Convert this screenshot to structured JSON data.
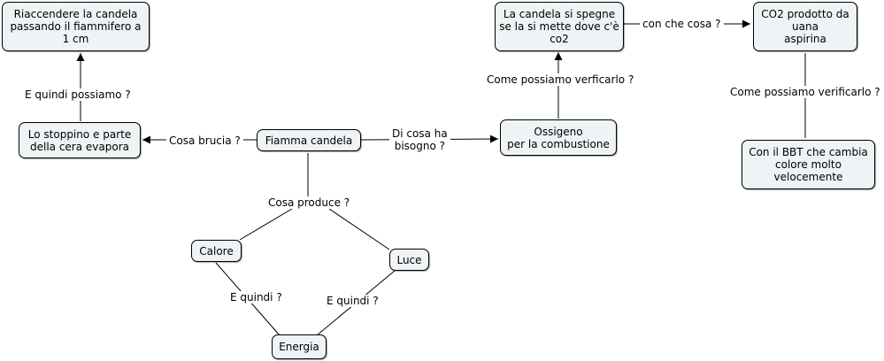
{
  "nodes": {
    "riaccendere": "Riaccendere la candela\npassando il fiammifero a\n1 cm",
    "stoppino": "Lo stoppino e parte\ndella cera evapora",
    "fiamma": "Fiamma candela",
    "ossigeno": "Ossigeno\nper la combustione",
    "candela_spegne": "La candela si spegne\nse la si mette dove c'è\nco2",
    "co2": "CO2 prodotto da\nuana\naspirina",
    "bbt": "Con il BBT che cambia\ncolore molto\nvelocemente",
    "calore": "Calore",
    "luce": "Luce",
    "energia": "Energia"
  },
  "links": {
    "e_quindi_possiamo": "E quindi possiamo ?",
    "cosa_brucia": "Cosa brucia ?",
    "di_cosa_ha_bisogno": "Di cosa ha\nbisogno ?",
    "come_verificarlo_1": "Come possiamo verficarlo ?",
    "con_che_cosa": "con che cosa ?",
    "come_verificarlo_2": "Come possiamo verificarlo ?",
    "cosa_produce": "Cosa produce ?",
    "e_quindi_1": "E quindi ?",
    "e_quindi_2": "E quindi ?"
  },
  "colors": {
    "node_fill": "#eef3f5",
    "node_border": "#000000",
    "line": "#000000",
    "background": "#ffffff"
  }
}
